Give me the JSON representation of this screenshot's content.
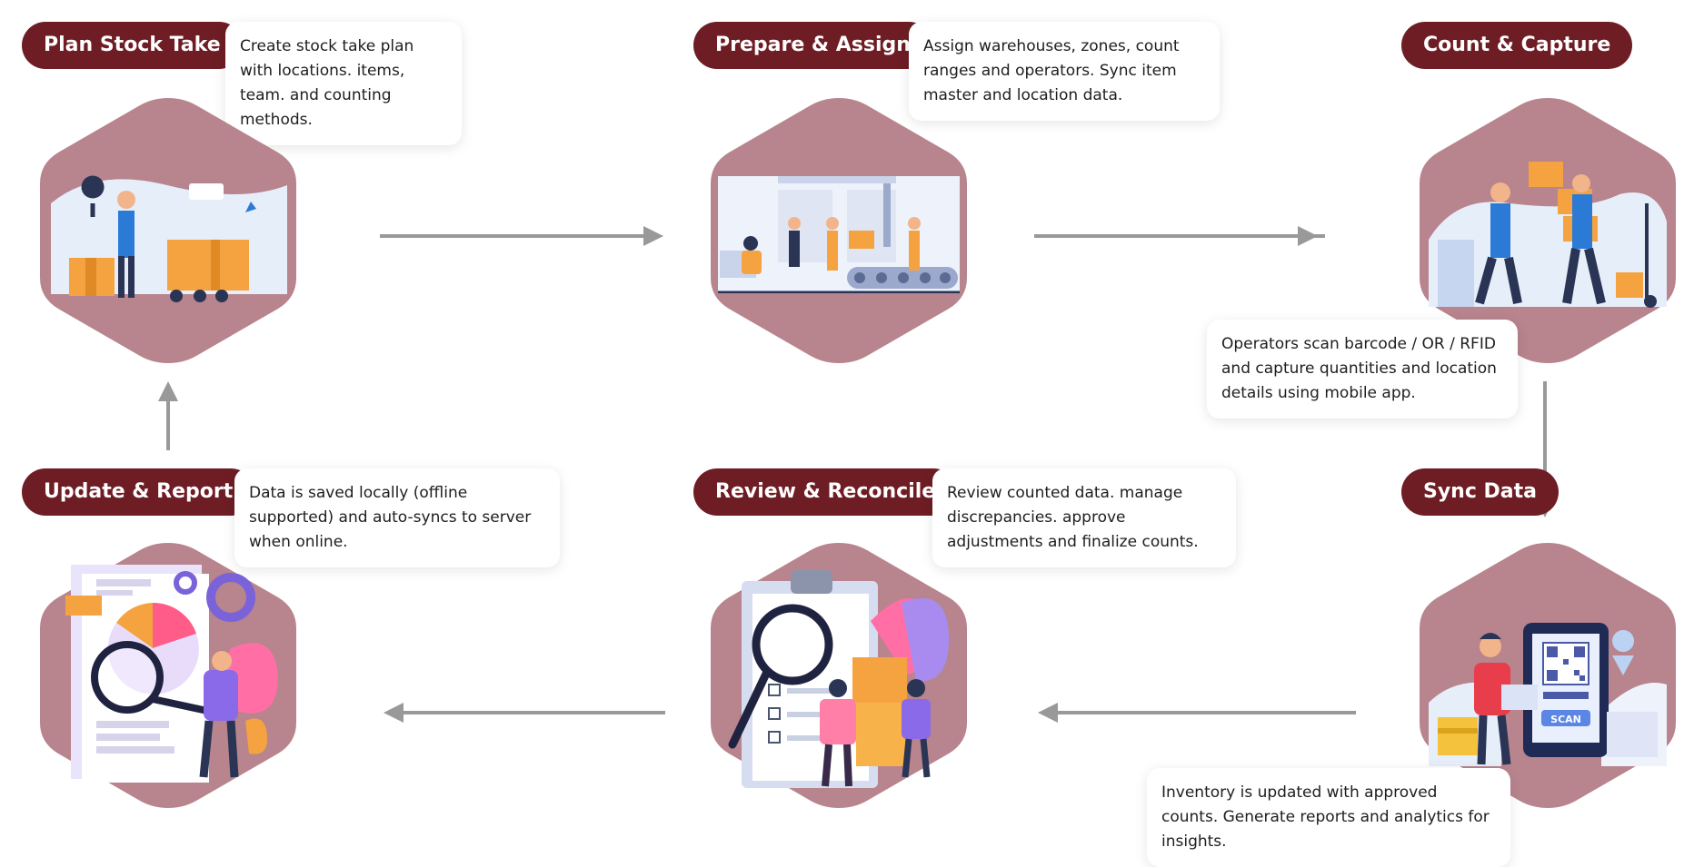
{
  "steps": [
    {
      "id": "plan",
      "title": "Plan Stock Take",
      "description": "Create stock take plan with locations. items, team. and counting methods.",
      "illustration": "planning-icon"
    },
    {
      "id": "prepare",
      "title": "Prepare & Assign",
      "description": "Assign warehouses, zones, count ranges and operators. Sync item master and location data.",
      "illustration": "factory-conveyor-icon"
    },
    {
      "id": "count",
      "title": "Count & Capture",
      "description": "Operators scan barcode / OR / RFID and capture quantities and location details using mobile app.",
      "illustration": "workers-boxes-icon"
    },
    {
      "id": "sync",
      "title": "Sync Data",
      "description": "Inventory is updated with approved counts. Generate reports and analytics for insights.",
      "illustration": "qr-scan-icon",
      "scan_label": "SCAN"
    },
    {
      "id": "review",
      "title": "Review & Reconcile",
      "description": "Review counted data. manage discrepancies. approve adjustments and finalize counts.",
      "illustration": "clipboard-magnifier-icon"
    },
    {
      "id": "update",
      "title": "Update & Report",
      "description": "Data is saved locally (offline supported) and auto-syncs to server when online.",
      "illustration": "report-analytics-icon"
    }
  ],
  "colors": {
    "pill": "#6e1d24",
    "hexagon": "#b8848d",
    "arrow": "#999999"
  }
}
